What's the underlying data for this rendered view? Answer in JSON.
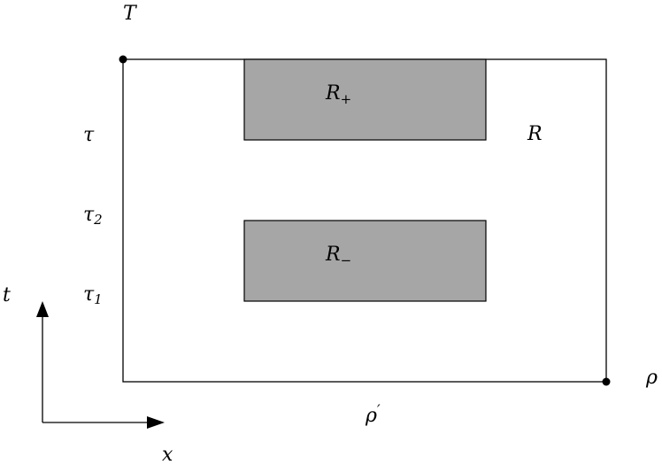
{
  "labels": {
    "T": "T",
    "R": "R",
    "tau": "τ",
    "tau2_base": "τ",
    "tau2_sub": "2",
    "tau1_base": "τ",
    "tau1_sub": "1",
    "t_axis": "t",
    "x_axis": "x",
    "rho": "ρ",
    "rho_prime_base": "ρ",
    "rho_prime_mark": "′",
    "r_plus_base": "R",
    "r_plus_sub": "+",
    "r_minus_base": "R",
    "r_minus_sub": "−"
  },
  "colors": {
    "region_fill": "#a6a6a6",
    "stroke": "#000000",
    "background": "#ffffff"
  }
}
